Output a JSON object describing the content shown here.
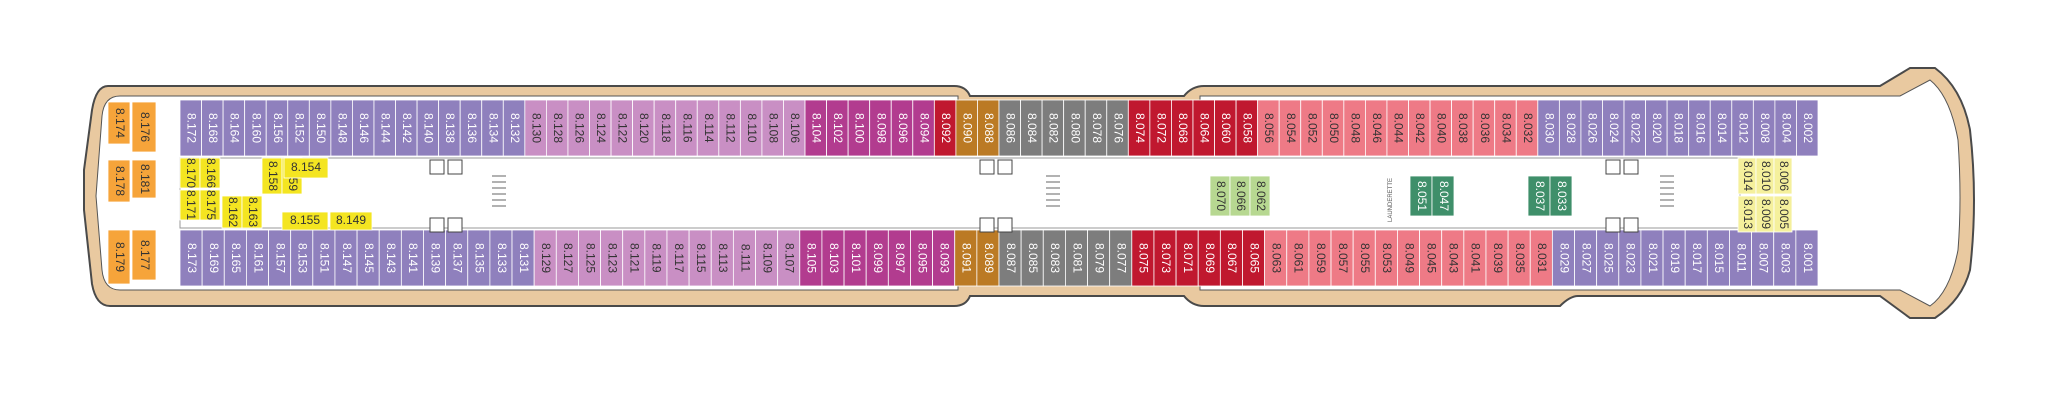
{
  "colors": {
    "purple": "#8f80bd",
    "lilac": "#c98fc4",
    "magenta": "#b23c8f",
    "pink": "#ee7a86",
    "red": "#c0182f",
    "orange": "#f6a43a",
    "yellow": "#f4e521",
    "paleyellow": "#f5f09c",
    "bronze": "#bb7a24",
    "grey": "#7d7d7d",
    "green": "#3f8f6a",
    "lightgreen": "#b7d891",
    "wood": "#e9c9a0",
    "corridor": "#ffffff",
    "outline": "#4a4a4a"
  },
  "deck": {
    "top_row": [
      {
        "label": "8.172",
        "color": "purple"
      },
      {
        "label": "8.168",
        "color": "purple"
      },
      {
        "label": "8.164",
        "color": "purple"
      },
      {
        "label": "8.160",
        "color": "purple"
      },
      {
        "label": "8.156",
        "color": "purple"
      },
      {
        "label": "8.152",
        "color": "purple"
      },
      {
        "label": "8.150",
        "color": "purple"
      },
      {
        "label": "8.148",
        "color": "purple"
      },
      {
        "label": "8.146",
        "color": "purple"
      },
      {
        "label": "8.144",
        "color": "purple"
      },
      {
        "label": "8.142",
        "color": "purple"
      },
      {
        "label": "8.140",
        "color": "purple"
      },
      {
        "label": "8.138",
        "color": "purple"
      },
      {
        "label": "8.136",
        "color": "purple"
      },
      {
        "label": "8.134",
        "color": "purple"
      },
      {
        "label": "8.132",
        "color": "purple"
      },
      {
        "label": "8.130",
        "color": "lilac"
      },
      {
        "label": "8.128",
        "color": "lilac"
      },
      {
        "label": "8.126",
        "color": "lilac"
      },
      {
        "label": "8.124",
        "color": "lilac"
      },
      {
        "label": "8.122",
        "color": "lilac"
      },
      {
        "label": "8.120",
        "color": "lilac"
      },
      {
        "label": "8.118",
        "color": "lilac"
      },
      {
        "label": "8.116",
        "color": "lilac"
      },
      {
        "label": "8.114",
        "color": "lilac"
      },
      {
        "label": "8.112",
        "color": "lilac"
      },
      {
        "label": "8.110",
        "color": "lilac"
      },
      {
        "label": "8.108",
        "color": "lilac"
      },
      {
        "label": "8.106",
        "color": "lilac"
      },
      {
        "label": "8.104",
        "color": "magenta"
      },
      {
        "label": "8.102",
        "color": "magenta"
      },
      {
        "label": "8.100",
        "color": "magenta"
      },
      {
        "label": "8.098",
        "color": "magenta"
      },
      {
        "label": "8.096",
        "color": "magenta"
      },
      {
        "label": "8.094",
        "color": "magenta"
      },
      {
        "label": "8.092",
        "color": "red"
      },
      {
        "label": "8.090",
        "color": "bronze"
      },
      {
        "label": "8.088",
        "color": "bronze"
      },
      {
        "label": "8.086",
        "color": "grey"
      },
      {
        "label": "8.084",
        "color": "grey"
      },
      {
        "label": "8.082",
        "color": "grey"
      },
      {
        "label": "8.080",
        "color": "grey"
      },
      {
        "label": "8.078",
        "color": "grey"
      },
      {
        "label": "8.076",
        "color": "grey"
      },
      {
        "label": "8.074",
        "color": "red"
      },
      {
        "label": "8.072",
        "color": "red"
      },
      {
        "label": "8.068",
        "color": "red"
      },
      {
        "label": "8.064",
        "color": "red"
      },
      {
        "label": "8.060",
        "color": "red"
      },
      {
        "label": "8.058",
        "color": "red"
      },
      {
        "label": "8.056",
        "color": "pink"
      },
      {
        "label": "8.054",
        "color": "pink"
      },
      {
        "label": "8.052",
        "color": "pink"
      },
      {
        "label": "8.050",
        "color": "pink"
      },
      {
        "label": "8.048",
        "color": "pink"
      },
      {
        "label": "8.046",
        "color": "pink"
      },
      {
        "label": "8.044",
        "color": "pink"
      },
      {
        "label": "8.042",
        "color": "pink"
      },
      {
        "label": "8.040",
        "color": "pink"
      },
      {
        "label": "8.038",
        "color": "pink"
      },
      {
        "label": "8.036",
        "color": "pink"
      },
      {
        "label": "8.034",
        "color": "pink"
      },
      {
        "label": "8.032",
        "color": "pink"
      },
      {
        "label": "8.030",
        "color": "purple"
      },
      {
        "label": "8.028",
        "color": "purple"
      },
      {
        "label": "8.026",
        "color": "purple"
      },
      {
        "label": "8.024",
        "color": "purple"
      },
      {
        "label": "8.022",
        "color": "purple"
      },
      {
        "label": "8.020",
        "color": "purple"
      },
      {
        "label": "8.018",
        "color": "purple"
      },
      {
        "label": "8.016",
        "color": "purple"
      },
      {
        "label": "8.014",
        "color": "purple"
      },
      {
        "label": "8.012",
        "color": "purple"
      },
      {
        "label": "8.008",
        "color": "purple"
      },
      {
        "label": "8.004",
        "color": "purple"
      },
      {
        "label": "8.002",
        "color": "purple"
      }
    ],
    "bottom_row": [
      {
        "label": "8.173",
        "color": "purple"
      },
      {
        "label": "8.169",
        "color": "purple"
      },
      {
        "label": "8.165",
        "color": "purple"
      },
      {
        "label": "8.161",
        "color": "purple"
      },
      {
        "label": "8.157",
        "color": "purple"
      },
      {
        "label": "8.153",
        "color": "purple"
      },
      {
        "label": "8.151",
        "color": "purple"
      },
      {
        "label": "8.147",
        "color": "purple"
      },
      {
        "label": "8.145",
        "color": "purple"
      },
      {
        "label": "8.143",
        "color": "purple"
      },
      {
        "label": "8.141",
        "color": "purple"
      },
      {
        "label": "8.139",
        "color": "purple"
      },
      {
        "label": "8.137",
        "color": "purple"
      },
      {
        "label": "8.135",
        "color": "purple"
      },
      {
        "label": "8.133",
        "color": "purple"
      },
      {
        "label": "8.131",
        "color": "purple"
      },
      {
        "label": "8.129",
        "color": "lilac"
      },
      {
        "label": "8.127",
        "color": "lilac"
      },
      {
        "label": "8.125",
        "color": "lilac"
      },
      {
        "label": "8.123",
        "color": "lilac"
      },
      {
        "label": "8.121",
        "color": "lilac"
      },
      {
        "label": "8.119",
        "color": "lilac"
      },
      {
        "label": "8.117",
        "color": "lilac"
      },
      {
        "label": "8.115",
        "color": "lilac"
      },
      {
        "label": "8.113",
        "color": "lilac"
      },
      {
        "label": "8.111",
        "color": "lilac"
      },
      {
        "label": "8.109",
        "color": "lilac"
      },
      {
        "label": "8.107",
        "color": "lilac"
      },
      {
        "label": "8.105",
        "color": "magenta"
      },
      {
        "label": "8.103",
        "color": "magenta"
      },
      {
        "label": "8.101",
        "color": "magenta"
      },
      {
        "label": "8.099",
        "color": "magenta"
      },
      {
        "label": "8.097",
        "color": "magenta"
      },
      {
        "label": "8.095",
        "color": "magenta"
      },
      {
        "label": "8.093",
        "color": "magenta"
      },
      {
        "label": "8.091",
        "color": "bronze"
      },
      {
        "label": "8.089",
        "color": "bronze"
      },
      {
        "label": "8.087",
        "color": "grey"
      },
      {
        "label": "8.085",
        "color": "grey"
      },
      {
        "label": "8.083",
        "color": "grey"
      },
      {
        "label": "8.081",
        "color": "grey"
      },
      {
        "label": "8.079",
        "color": "grey"
      },
      {
        "label": "8.077",
        "color": "grey"
      },
      {
        "label": "8.075",
        "color": "red"
      },
      {
        "label": "8.073",
        "color": "red"
      },
      {
        "label": "8.071",
        "color": "red"
      },
      {
        "label": "8.069",
        "color": "red"
      },
      {
        "label": "8.067",
        "color": "red"
      },
      {
        "label": "8.065",
        "color": "red"
      },
      {
        "label": "8.063",
        "color": "pink"
      },
      {
        "label": "8.061",
        "color": "pink"
      },
      {
        "label": "8.059",
        "color": "pink"
      },
      {
        "label": "8.057",
        "color": "pink"
      },
      {
        "label": "8.055",
        "color": "pink"
      },
      {
        "label": "8.053",
        "color": "pink"
      },
      {
        "label": "8.049",
        "color": "pink"
      },
      {
        "label": "8.045",
        "color": "pink"
      },
      {
        "label": "8.043",
        "color": "pink"
      },
      {
        "label": "8.041",
        "color": "pink"
      },
      {
        "label": "8.039",
        "color": "pink"
      },
      {
        "label": "8.035",
        "color": "pink"
      },
      {
        "label": "8.031",
        "color": "pink"
      },
      {
        "label": "8.029",
        "color": "purple"
      },
      {
        "label": "8.027",
        "color": "purple"
      },
      {
        "label": "8.025",
        "color": "purple"
      },
      {
        "label": "8.023",
        "color": "purple"
      },
      {
        "label": "8.021",
        "color": "purple"
      },
      {
        "label": "8.019",
        "color": "purple"
      },
      {
        "label": "8.017",
        "color": "purple"
      },
      {
        "label": "8.015",
        "color": "purple"
      },
      {
        "label": "8.011",
        "color": "purple"
      },
      {
        "label": "8.007",
        "color": "purple"
      },
      {
        "label": "8.003",
        "color": "purple"
      },
      {
        "label": "8.001",
        "color": "purple"
      }
    ],
    "aft_cabins": [
      {
        "label": "8.174",
        "color": "orange"
      },
      {
        "label": "8.176",
        "color": "orange"
      },
      {
        "label": "8.178",
        "color": "orange"
      },
      {
        "label": "8.181",
        "color": "orange"
      },
      {
        "label": "8.179",
        "color": "orange"
      },
      {
        "label": "8.177",
        "color": "orange"
      }
    ],
    "inner_aft_vertical": [
      {
        "label": "8.170",
        "color": "yellow"
      },
      {
        "label": "8.166",
        "color": "yellow"
      },
      {
        "label": "8.171",
        "color": "yellow"
      },
      {
        "label": "8.175",
        "color": "yellow"
      },
      {
        "label": "8.162",
        "color": "yellow"
      },
      {
        "label": "8.163",
        "color": "yellow"
      },
      {
        "label": "8.158",
        "color": "yellow"
      },
      {
        "label": "8.159",
        "color": "yellow"
      }
    ],
    "inner_aft_horizontal": [
      {
        "label": "8.154",
        "color": "yellow"
      },
      {
        "label": "8.155",
        "color": "yellow"
      },
      {
        "label": "8.149",
        "color": "yellow"
      }
    ],
    "inner_mid": [
      {
        "label": "8.070",
        "color": "lightgreen"
      },
      {
        "label": "8.066",
        "color": "lightgreen"
      },
      {
        "label": "8.062",
        "color": "lightgreen"
      },
      {
        "label": "8.051",
        "color": "green"
      },
      {
        "label": "8.047",
        "color": "green"
      },
      {
        "label": "8.037",
        "color": "green"
      },
      {
        "label": "8.033",
        "color": "green"
      }
    ],
    "inner_fwd": [
      {
        "label": "8.014",
        "color": "paleyellow"
      },
      {
        "label": "8.010",
        "color": "paleyellow"
      },
      {
        "label": "8.013",
        "color": "paleyellow"
      },
      {
        "label": "8.009",
        "color": "paleyellow"
      },
      {
        "label": "8.006",
        "color": "paleyellow"
      },
      {
        "label": "8.005",
        "color": "paleyellow"
      }
    ],
    "launderette_text": "LAUNDERETTE"
  }
}
